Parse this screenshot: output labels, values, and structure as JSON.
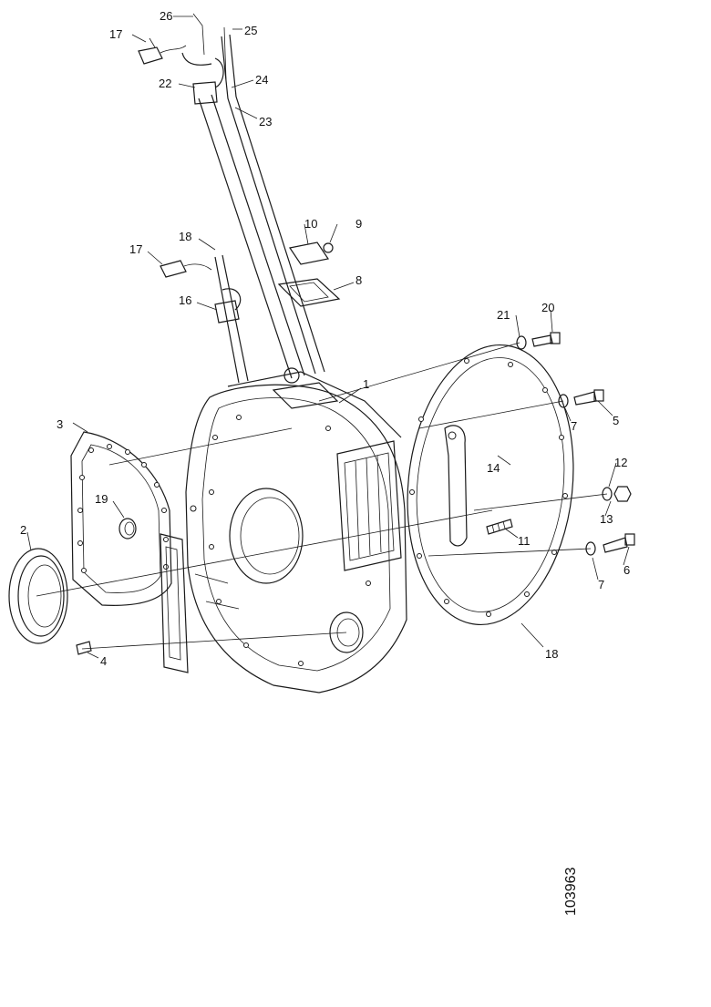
{
  "diagram": {
    "document_number": "103963",
    "part_labels": [
      "26",
      "25",
      "17",
      "22",
      "24",
      "23",
      "10",
      "9",
      "18",
      "17",
      "8",
      "16",
      "21",
      "20",
      "1",
      "3",
      "7",
      "5",
      "14",
      "12",
      "19",
      "13",
      "2",
      "11",
      "7",
      "6",
      "4",
      "18"
    ]
  }
}
